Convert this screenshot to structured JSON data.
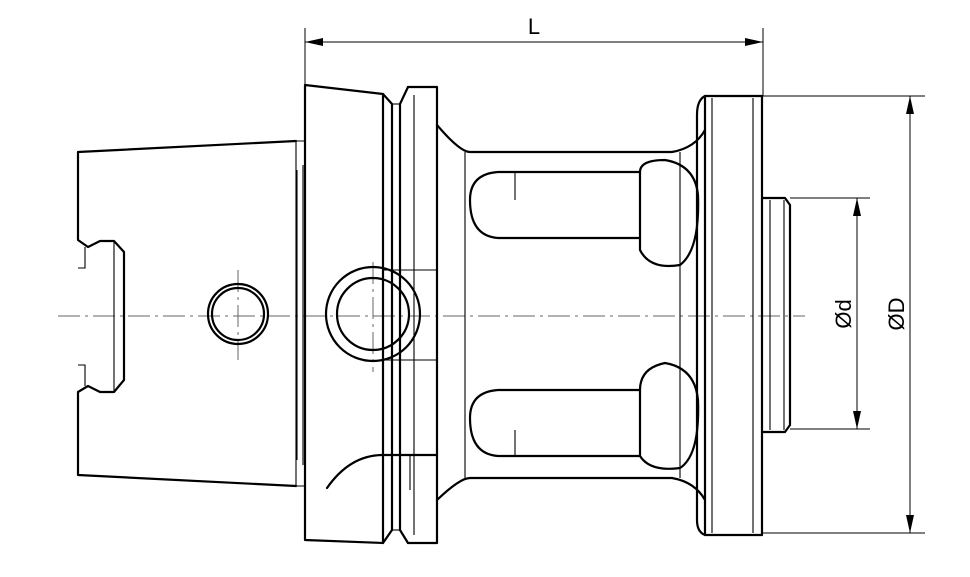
{
  "labels": {
    "length": "L",
    "outer_diameter": "ØD",
    "inner_diameter": "Ød"
  }
}
